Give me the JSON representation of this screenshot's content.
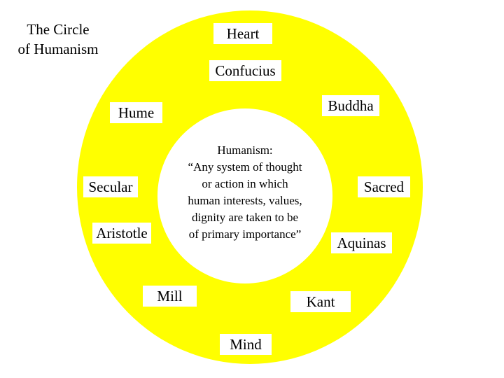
{
  "title": {
    "line1": "The Circle",
    "line2": "of Humanism"
  },
  "definition": {
    "lines": [
      "Humanism:",
      "“Any system of thought",
      "or action in which",
      "human interests, values,",
      "dignity are taken to be",
      "of primary importance”"
    ]
  },
  "labels": {
    "heart": "Heart",
    "confucius": "Confucius",
    "buddha": "Buddha",
    "hume": "Hume",
    "secular": "Secular",
    "sacred": "Sacred",
    "aristotle": "Aristotle",
    "aquinas": "Aquinas",
    "mill": "Mill",
    "kant": "Kant",
    "mind": "Mind"
  },
  "colors": {
    "ring": "#ffff00",
    "center": "#ffffff",
    "label_background": "#ffffff",
    "text": "#000000"
  }
}
